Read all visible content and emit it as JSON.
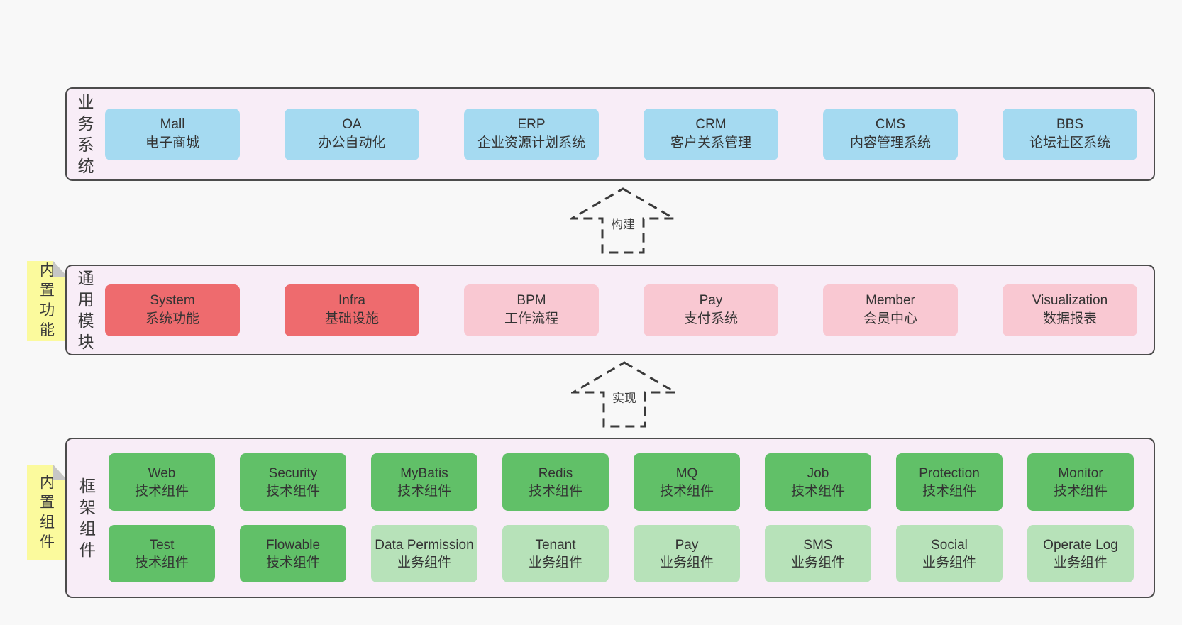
{
  "diagram": {
    "colors": {
      "page_background": "#f8f8f8",
      "container_background": "#f8edf7",
      "container_border": "#4c4c4c",
      "box_blue": "#a5daf1",
      "box_red": "#ee6b6e",
      "box_pink": "#f9c8d2",
      "box_green_dark": "#61c068",
      "box_green_light": "#b7e2b9",
      "sticky_yellow": "#fbfa9d",
      "sticky_fold_gray": "#c6c6c6",
      "text": "#333333",
      "arrow_dash": "#3a3a3a"
    },
    "arrows": [
      {
        "label": "构建"
      },
      {
        "label": "实现"
      }
    ],
    "layers": [
      {
        "label": "业务系统",
        "boxes": [
          {
            "title": "Mall",
            "subtitle": "电子商城"
          },
          {
            "title": "OA",
            "subtitle": "办公自动化"
          },
          {
            "title": "ERP",
            "subtitle": "企业资源计划系统"
          },
          {
            "title": "CRM",
            "subtitle": "客户关系管理"
          },
          {
            "title": "CMS",
            "subtitle": "内容管理系统"
          },
          {
            "title": "BBS",
            "subtitle": "论坛社区系统"
          }
        ]
      },
      {
        "label": "通用模块",
        "sticky": "内置功能",
        "boxes": [
          {
            "title": "System",
            "subtitle": "系统功能"
          },
          {
            "title": "Infra",
            "subtitle": "基础设施"
          },
          {
            "title": "BPM",
            "subtitle": "工作流程"
          },
          {
            "title": "Pay",
            "subtitle": "支付系统"
          },
          {
            "title": "Member",
            "subtitle": "会员中心"
          },
          {
            "title": "Visualization",
            "subtitle": "数据报表"
          }
        ]
      },
      {
        "label": "框架组件",
        "sticky": "内置组件",
        "rows": [
          [
            {
              "title": "Web",
              "subtitle": "技术组件"
            },
            {
              "title": "Security",
              "subtitle": "技术组件"
            },
            {
              "title": "MyBatis",
              "subtitle": "技术组件"
            },
            {
              "title": "Redis",
              "subtitle": "技术组件"
            },
            {
              "title": "MQ",
              "subtitle": "技术组件"
            },
            {
              "title": "Job",
              "subtitle": "技术组件"
            },
            {
              "title": "Protection",
              "subtitle": "技术组件"
            },
            {
              "title": "Monitor",
              "subtitle": "技术组件"
            }
          ],
          [
            {
              "title": "Test",
              "subtitle": "技术组件"
            },
            {
              "title": "Flowable",
              "subtitle": "技术组件"
            },
            {
              "title": "Data Permission",
              "subtitle": "业务组件"
            },
            {
              "title": "Tenant",
              "subtitle": "业务组件"
            },
            {
              "title": "Pay",
              "subtitle": "业务组件"
            },
            {
              "title": "SMS",
              "subtitle": "业务组件"
            },
            {
              "title": "Social",
              "subtitle": "业务组件"
            },
            {
              "title": "Operate Log",
              "subtitle": "业务组件"
            }
          ]
        ]
      }
    ]
  }
}
